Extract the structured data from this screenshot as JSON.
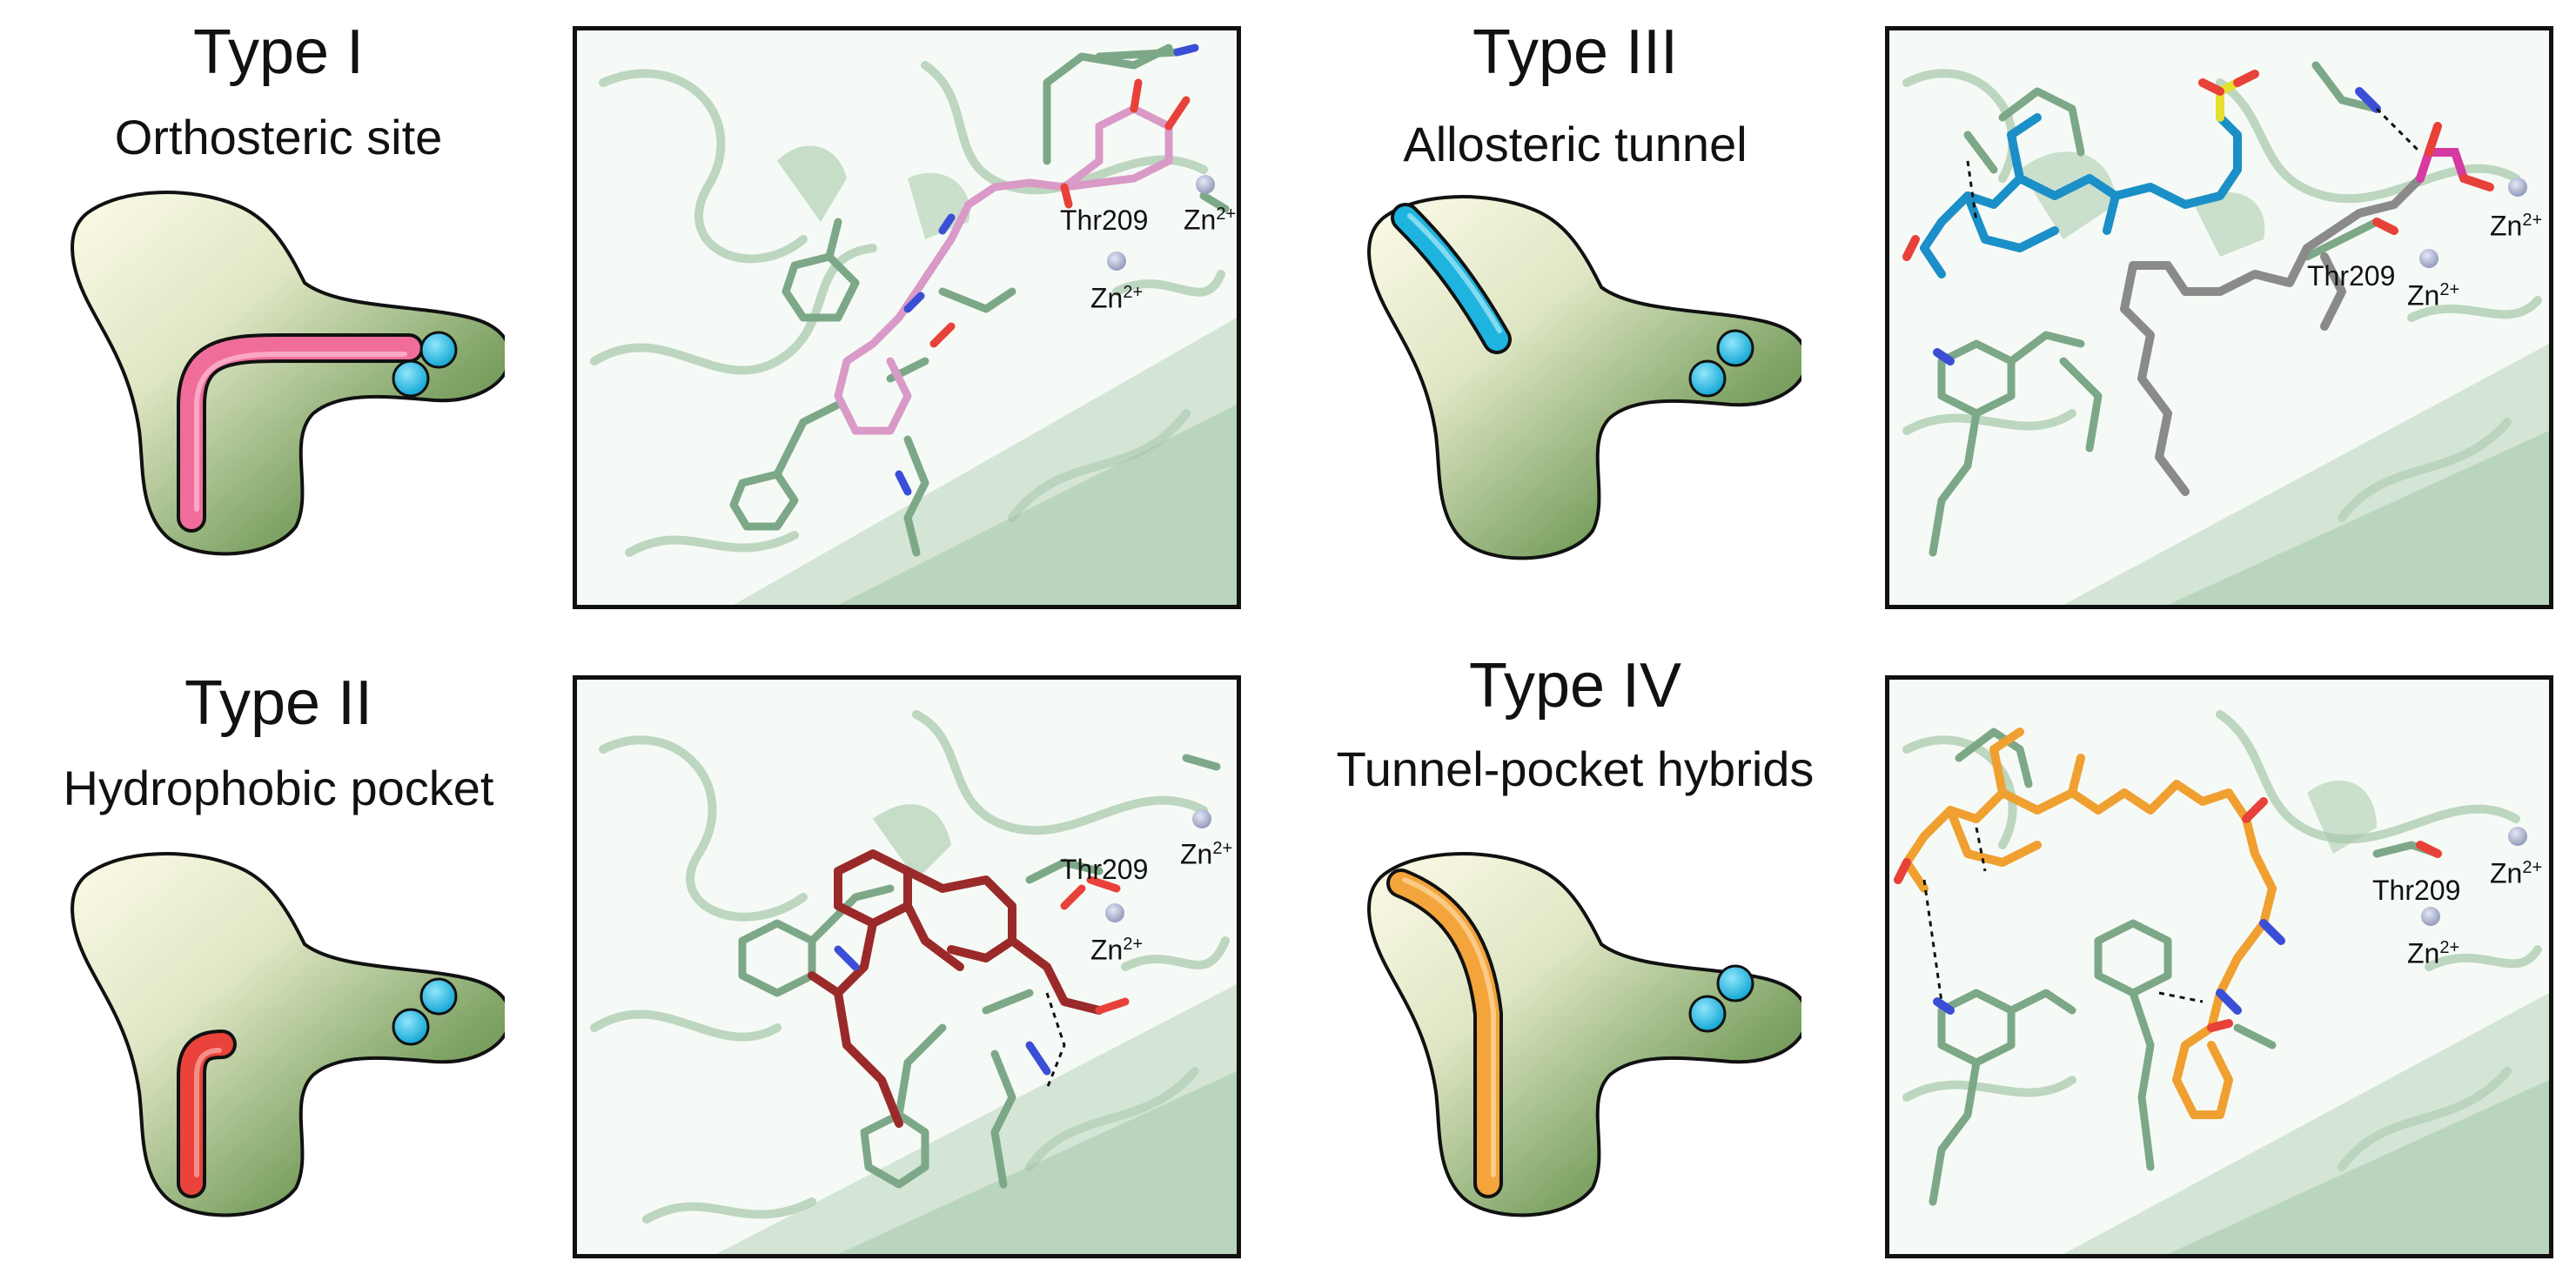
{
  "colors": {
    "tunnel_gradient_start": "#fbf9e6",
    "tunnel_gradient_end": "#4e7a3c",
    "zinc_ion": "#1fb7e0",
    "type1_ligand": "#f06d9a",
    "type2_ligand": "#e9433c",
    "type3_ligand": "#1fb4df",
    "type4_ligand": "#f3a43a",
    "protein_cartoon": "#9fc4a4",
    "residue_sticks": "#7da888",
    "panel1_ligand": "#d99ac8",
    "panel2_ligand": "#9a2a2a",
    "panel3_ligand": "#1b8fc7",
    "panel3_lipid": "#8a8a8a",
    "panel3_phosphate": "#d63aa0",
    "panel3_sulfonate": "#e6e030",
    "panel4_ligand": "#f0a030"
  },
  "panels": [
    {
      "id": "type1",
      "title": "Type I",
      "subtitle": "Orthosteric site",
      "labels": {
        "residue": "Thr209",
        "zn1": "Zn",
        "zn1_charge": "2+",
        "zn2": "Zn",
        "zn2_charge": "2+"
      }
    },
    {
      "id": "type2",
      "title": "Type II",
      "subtitle": "Hydrophobic pocket",
      "labels": {
        "residue": "Thr209",
        "zn1": "Zn",
        "zn1_charge": "2+",
        "zn2": "Zn",
        "zn2_charge": "2+"
      }
    },
    {
      "id": "type3",
      "title": "Type III",
      "subtitle": "Allosteric tunnel",
      "labels": {
        "residue": "Thr209",
        "zn1": "Zn",
        "zn1_charge": "2+",
        "zn2": "Zn",
        "zn2_charge": "2+"
      }
    },
    {
      "id": "type4",
      "title": "Type IV",
      "subtitle": "Tunnel-pocket hybrids",
      "labels": {
        "residue": "Thr209",
        "zn1": "Zn",
        "zn1_charge": "2+",
        "zn2": "Zn",
        "zn2_charge": "2+"
      }
    }
  ]
}
